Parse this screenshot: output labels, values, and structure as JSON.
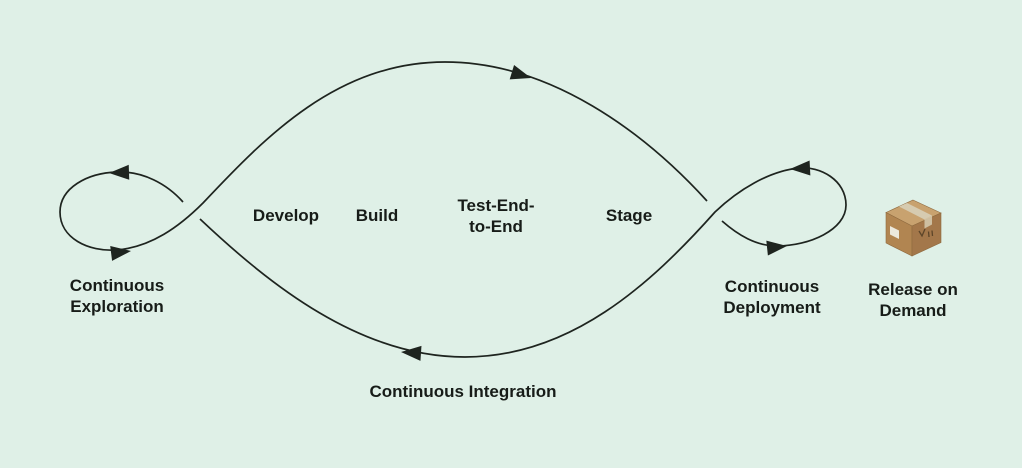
{
  "colors": {
    "bg": "#dff0e7",
    "line": "#1e241f",
    "text": "#171c18",
    "box_top": "#c8a26f",
    "box_left": "#b18551",
    "box_right": "#a3774a",
    "box_tape": "#d6cbb0",
    "box_sticker": "#ece9dd"
  },
  "diagram": {
    "type": "continuous-delivery-pipeline-infinity-loop",
    "stages": [
      {
        "lines": [
          "Develop"
        ]
      },
      {
        "lines": [
          "Build"
        ]
      },
      {
        "lines": [
          "Test-End-",
          "to-End"
        ]
      },
      {
        "lines": [
          "Stage"
        ]
      }
    ],
    "loops": {
      "left": {
        "lines": [
          "Continuous",
          "Exploration"
        ]
      },
      "bottom": {
        "lines": [
          "Continuous Integration"
        ]
      },
      "right": {
        "lines": [
          "Continuous",
          "Deployment"
        ]
      }
    },
    "release": {
      "lines": [
        "Release on",
        "Demand"
      ],
      "icon": "package-box"
    }
  }
}
